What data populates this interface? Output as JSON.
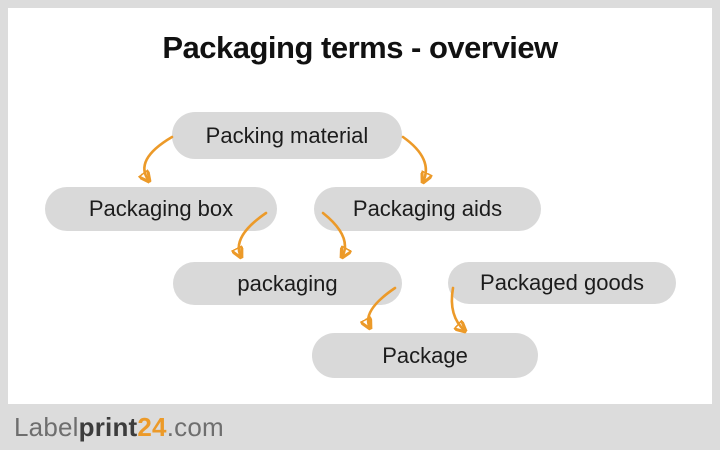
{
  "title": "Packaging terms - overview",
  "colors": {
    "accent": "#EC9A29",
    "node_fill": "#D9D9D9",
    "frame": "#DCDCDC",
    "title_color": "#111111",
    "node_text": "#1C1C1C"
  },
  "diagram": {
    "nodes": [
      {
        "id": "packing-material",
        "label": "Packing material"
      },
      {
        "id": "packaging-box",
        "label": "Packaging box"
      },
      {
        "id": "packaging-aids",
        "label": "Packaging aids"
      },
      {
        "id": "packaging",
        "label": "packaging"
      },
      {
        "id": "packaged-goods",
        "label": "Packaged goods"
      },
      {
        "id": "package",
        "label": "Package"
      }
    ],
    "edges": [
      {
        "from": "packing-material",
        "to": "packaging-box"
      },
      {
        "from": "packing-material",
        "to": "packaging-aids"
      },
      {
        "from": "packaging-box",
        "to": "packaging"
      },
      {
        "from": "packaging-aids",
        "to": "packaging"
      },
      {
        "from": "packaging",
        "to": "package"
      },
      {
        "from": "packaged-goods",
        "to": "package"
      }
    ]
  },
  "footer": {
    "logo": {
      "part1": "Label",
      "part2": "print",
      "part3": "24",
      "part4": ".com"
    }
  }
}
